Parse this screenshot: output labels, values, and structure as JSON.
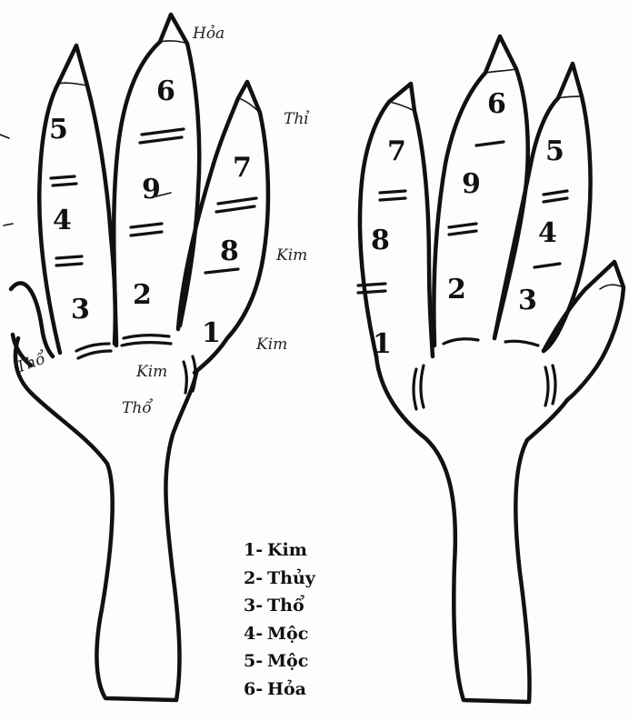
{
  "left_hand": {
    "segment_labels": [
      "5",
      "4",
      "3",
      "6",
      "9",
      "2",
      "7",
      "8",
      "1"
    ],
    "annotations": [
      "Hỏa",
      "Thỉ",
      "Kim",
      "Kim",
      "Thổ",
      "Kim",
      "Thổ"
    ]
  },
  "right_hand": {
    "segment_labels": [
      "7",
      "8",
      "1",
      "6",
      "9",
      "2",
      "5",
      "4",
      "3"
    ]
  },
  "legend": [
    {
      "num": "1-",
      "name": "Kim"
    },
    {
      "num": "2-",
      "name": "Thủy"
    },
    {
      "num": "3-",
      "name": "Thổ"
    },
    {
      "num": "4-",
      "name": "Mộc"
    },
    {
      "num": "5-",
      "name": "Mộc"
    },
    {
      "num": "6-",
      "name": "Hỏa"
    }
  ]
}
